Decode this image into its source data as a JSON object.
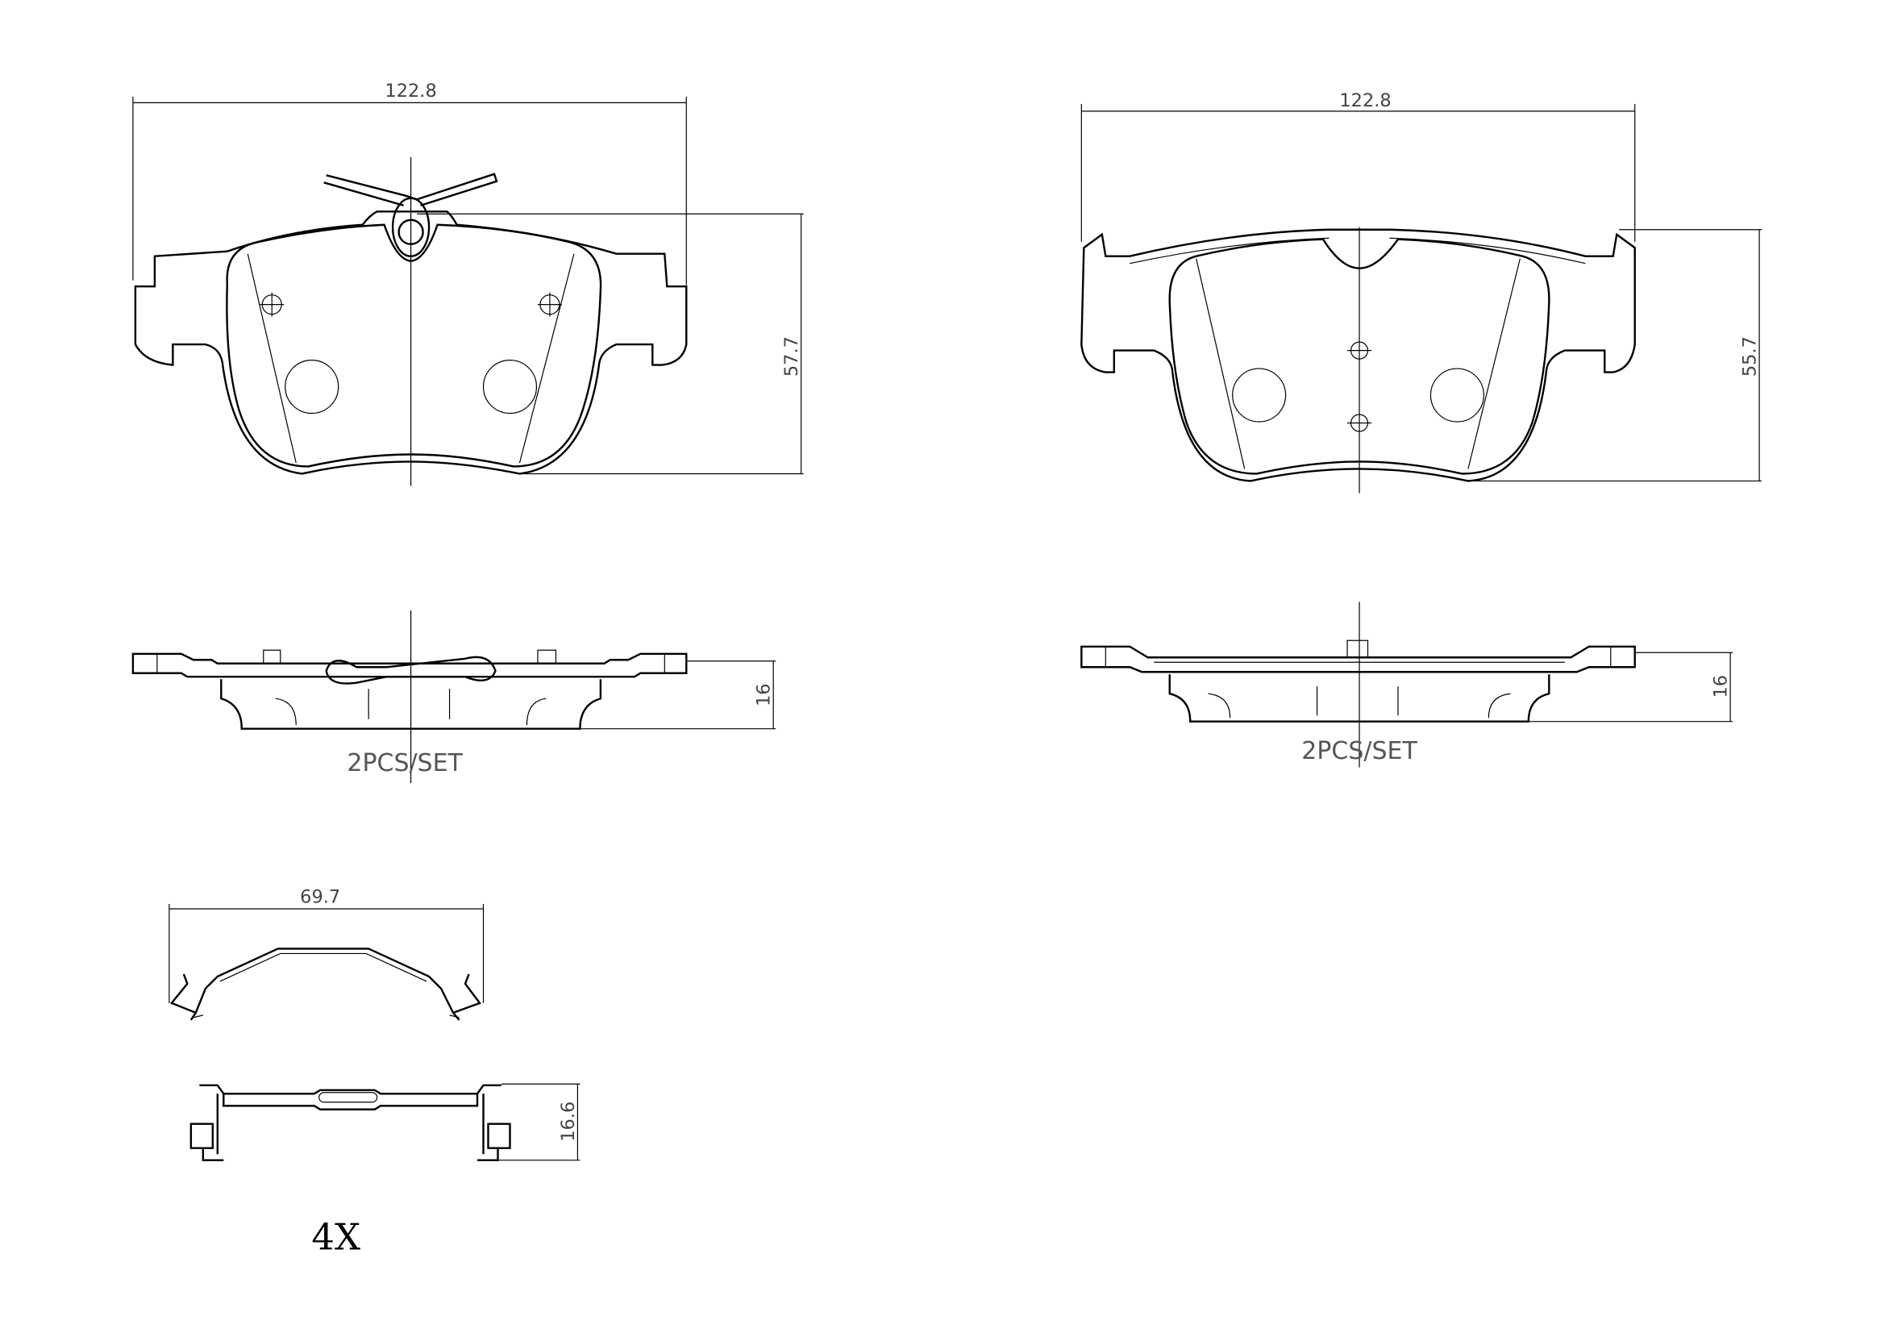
{
  "left_pad": {
    "width_dim": "122.8",
    "height_dim": "57.7",
    "thickness_dim": "16",
    "quantity_label": "2PCS/SET"
  },
  "right_pad": {
    "width_dim": "122.8",
    "height_dim": "55.7",
    "thickness_dim": "16",
    "quantity_label": "2PCS/SET"
  },
  "clip": {
    "width_dim": "69.7",
    "height_dim": "16.6",
    "quantity_label": "4X"
  },
  "colors": {
    "line": "#000000",
    "dimension_text": "#444444"
  }
}
